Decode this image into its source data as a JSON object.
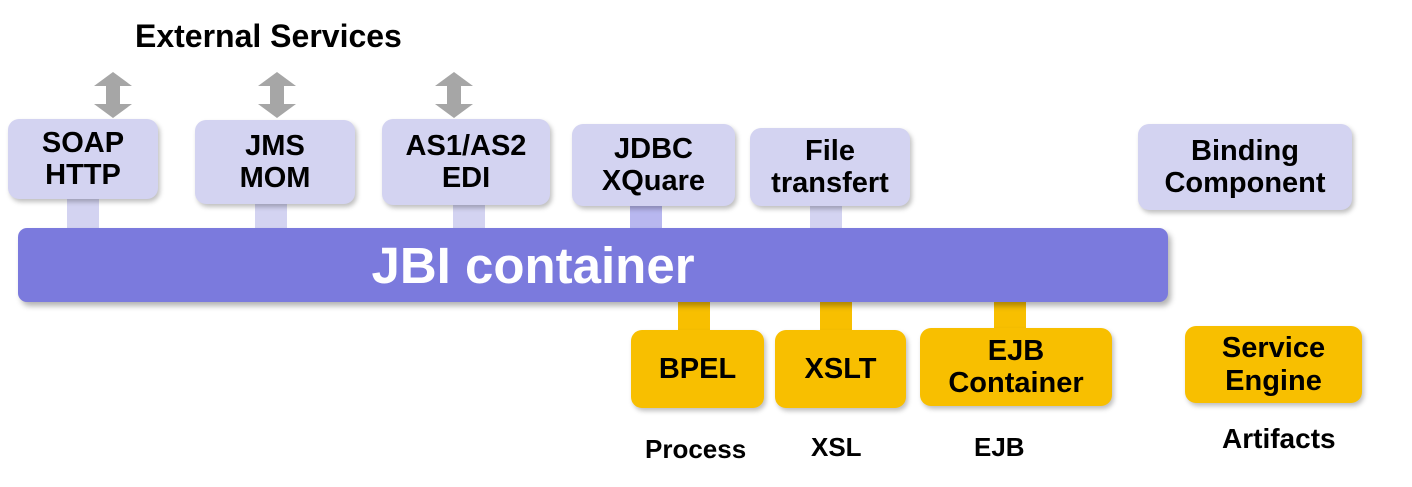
{
  "external_services_title": "External Services",
  "bus_label": "JBI container",
  "binding_components": [
    {
      "lines": [
        "SOAP",
        "HTTP"
      ]
    },
    {
      "lines": [
        "JMS",
        "MOM"
      ]
    },
    {
      "lines": [
        "AS1/AS2",
        "EDI"
      ]
    },
    {
      "lines": [
        "JDBC",
        "XQuare"
      ]
    },
    {
      "lines": [
        "File",
        "transfert"
      ]
    }
  ],
  "service_engines": [
    {
      "lines": [
        "BPEL"
      ],
      "artifact": "Process"
    },
    {
      "lines": [
        "XSLT"
      ],
      "artifact": "XSL"
    },
    {
      "lines": [
        "EJB",
        "Container"
      ],
      "artifact": "EJB"
    }
  ],
  "legend": {
    "binding_component": [
      "Binding",
      "Component"
    ],
    "service_engine": [
      "Service",
      "Engine"
    ],
    "artifacts": "Artifacts"
  },
  "colors": {
    "bus": "#7b7add",
    "binding_box": "#d3d3f1",
    "engine_box": "#f8bf00",
    "arrow": "#a6a6a6"
  }
}
